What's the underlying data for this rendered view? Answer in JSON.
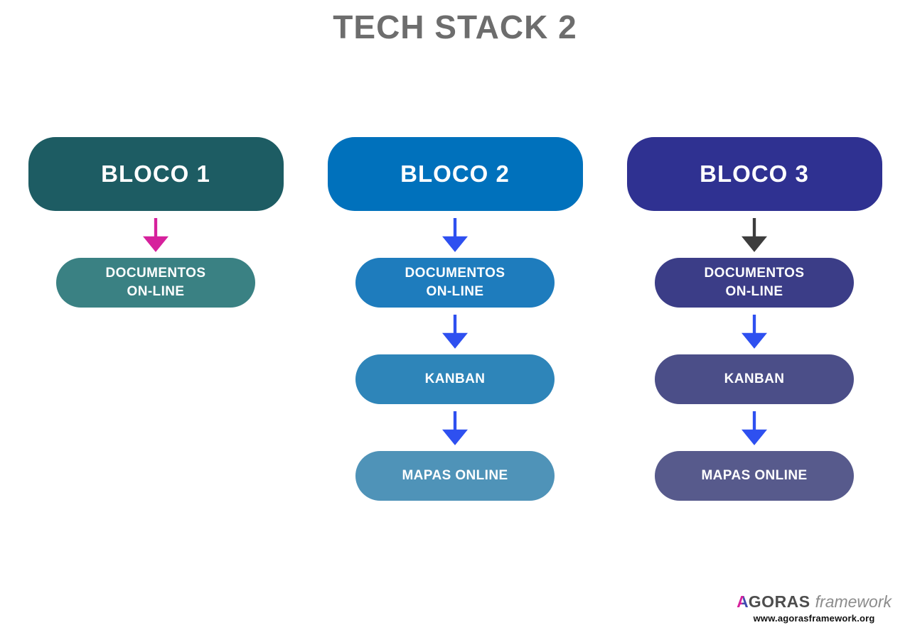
{
  "title": "TECH STACK 2",
  "title_color": "#6d6d6d",
  "columns": [
    {
      "header": {
        "label": "BLOCO 1",
        "color": "#1d5c63"
      },
      "nodes": [
        {
          "arrow_color": "#d6219c",
          "label": "DOCUMENTOS\nON-LINE",
          "color": "#3a8183"
        }
      ]
    },
    {
      "header": {
        "label": "BLOCO 2",
        "color": "#0071bc"
      },
      "nodes": [
        {
          "arrow_color": "#2e50f0",
          "label": "DOCUMENTOS\nON-LINE",
          "color": "#1e7cbd"
        },
        {
          "arrow_color": "#2e50f0",
          "label": "KANBAN",
          "color": "#2e85b9"
        },
        {
          "arrow_color": "#2e50f0",
          "label": "MAPAS ONLINE",
          "color": "#4f93b8"
        }
      ]
    },
    {
      "header": {
        "label": "BLOCO 3",
        "color": "#2f3191"
      },
      "nodes": [
        {
          "arrow_color": "#3d3d3d",
          "label": "DOCUMENTOS\nON-LINE",
          "color": "#3b3d87"
        },
        {
          "arrow_color": "#2e50f0",
          "label": "KANBAN",
          "color": "#4b4e88"
        },
        {
          "arrow_color": "#2e50f0",
          "label": "MAPAS ONLINE",
          "color": "#575a8c"
        }
      ]
    }
  ],
  "footer": {
    "brand_initial": "A",
    "brand_rest": "GORAS",
    "brand_suffix": "framework",
    "url": "www.agorasframework.org",
    "brand_colors": {
      "initial_left": "#d6219c",
      "initial_right": "#3f4bb0",
      "text": "#4d4d4d",
      "suffix": "#8c8c8c"
    }
  }
}
